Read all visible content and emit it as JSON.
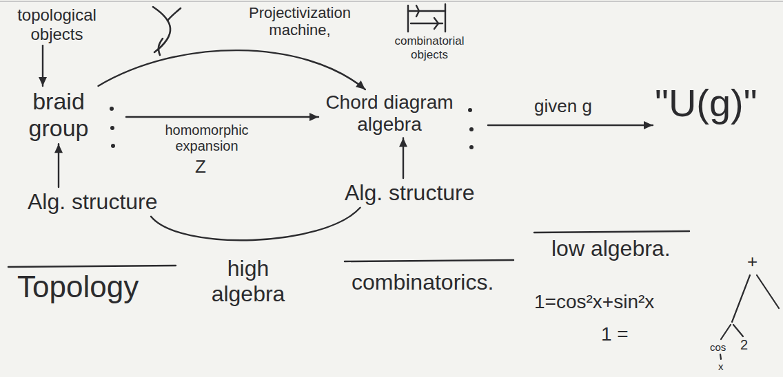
{
  "diagram": {
    "nodes": [
      {
        "text": [
          "topological objects"
        ]
      },
      {
        "text": [
          "braid group"
        ]
      },
      {
        "text": [
          "Chord diagram algebra"
        ]
      },
      {
        "text": [
          "\"U(g)\""
        ]
      },
      {
        "text": [
          "Alg. structure"
        ]
      },
      {
        "text": [
          "Alg. structure"
        ]
      }
    ],
    "edges": [
      {
        "from": 0,
        "to": 1,
        "arrow": "to"
      },
      {
        "from": 1,
        "to": 2,
        "label": "Projectivization machine,",
        "arrow": "to"
      },
      {
        "from": 1,
        "to": 2,
        "label": "homomorphic expansion",
        "arrow": "to"
      },
      {
        "from": 2,
        "to": 3,
        "label": "given g",
        "arrow": "to"
      },
      {
        "from": 4,
        "to": 1,
        "arrow": "to"
      },
      {
        "from": 5,
        "to": 2,
        "arrow": "to"
      },
      {
        "from": 4,
        "to": 5,
        "arrow": "none"
      }
    ],
    "labels": [
      "combinatorial objects",
      "Z",
      "Topology",
      "high algebra",
      "combinatorics.",
      "low algebra.",
      "1=cos²x+sin²x",
      "1 =",
      "+",
      "cos",
      "2",
      "x"
    ]
  }
}
